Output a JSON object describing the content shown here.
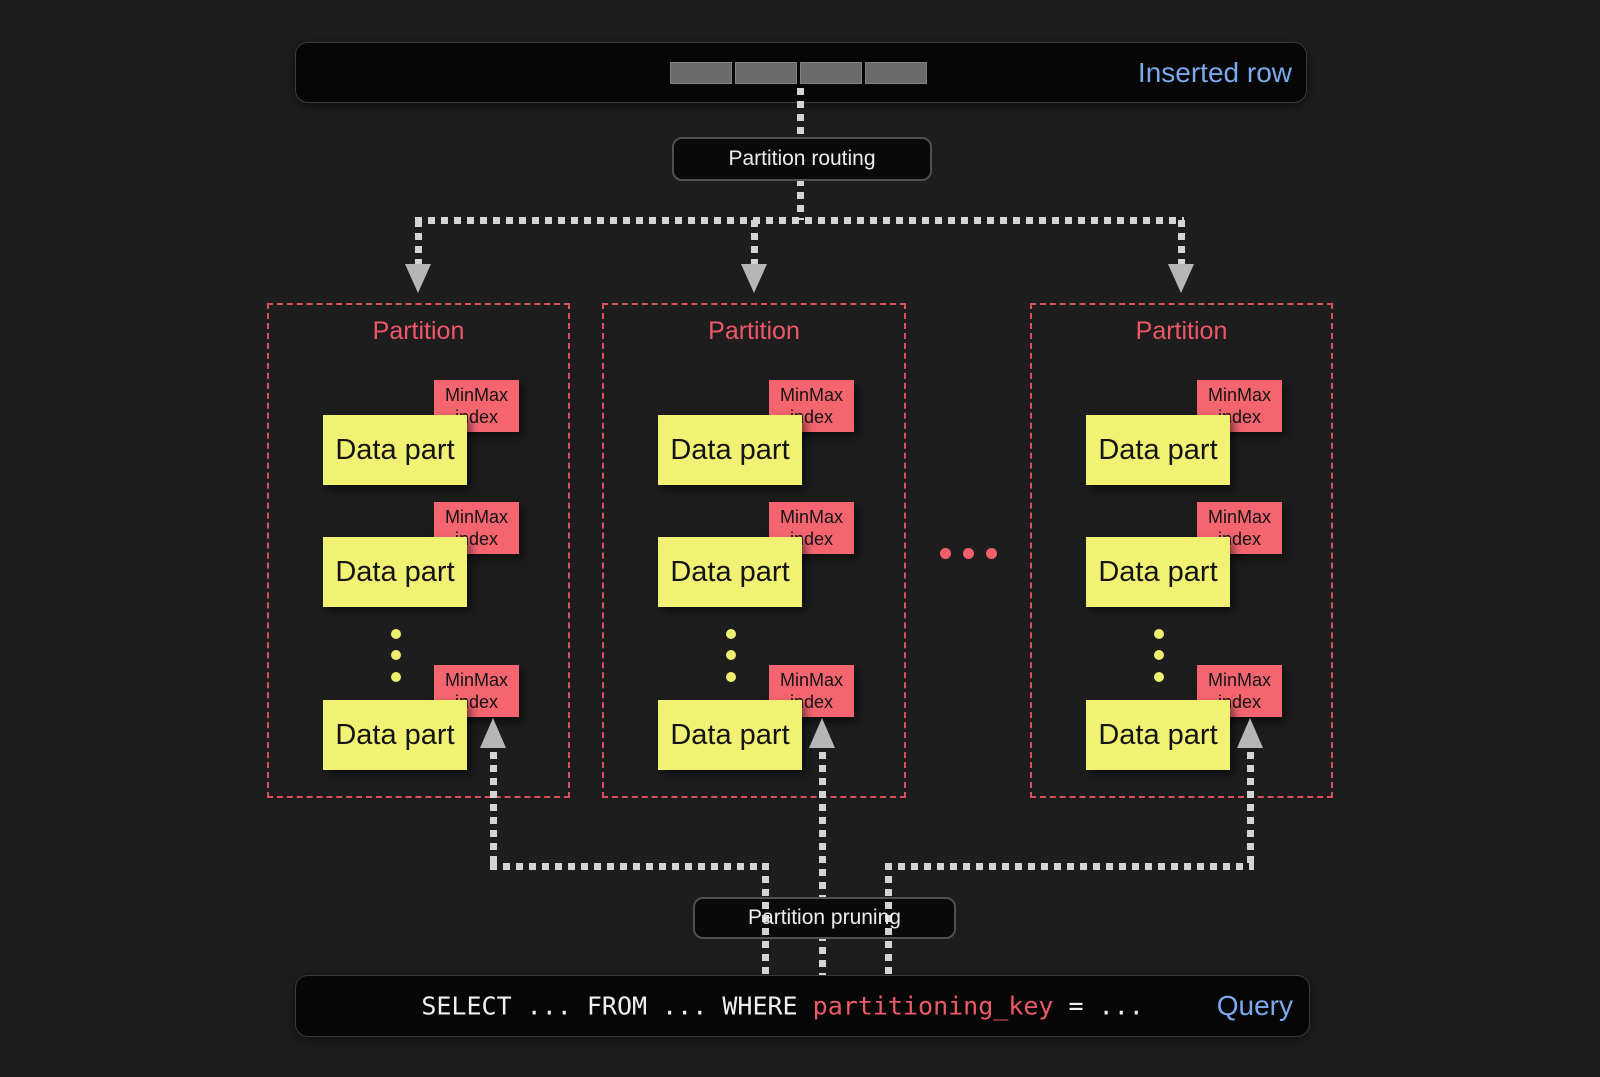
{
  "diagram": {
    "inserted_row_bar": {
      "label": "Inserted row",
      "segment_count": 4
    },
    "partition_routing_label": "Partition routing",
    "partition_pruning_label": "Partition pruning",
    "partitions": [
      {
        "title": "Partition",
        "parts": [
          {
            "label": "Data part",
            "index_line1": "MinMax",
            "index_line2": "index"
          },
          {
            "label": "Data part",
            "index_line1": "MinMax",
            "index_line2": "index"
          },
          {
            "label": "Data part",
            "index_line1": "MinMax",
            "index_line2": "index"
          }
        ],
        "more_parts_dot_count": 3
      },
      {
        "title": "Partition",
        "parts": [
          {
            "label": "Data part",
            "index_line1": "MinMax",
            "index_line2": "index"
          },
          {
            "label": "Data part",
            "index_line1": "MinMax",
            "index_line2": "index"
          },
          {
            "label": "Data part",
            "index_line1": "MinMax",
            "index_line2": "index"
          }
        ],
        "more_parts_dot_count": 3
      },
      {
        "title": "Partition",
        "parts": [
          {
            "label": "Data part",
            "index_line1": "MinMax",
            "index_line2": "index"
          },
          {
            "label": "Data part",
            "index_line1": "MinMax",
            "index_line2": "index"
          },
          {
            "label": "Data part",
            "index_line1": "MinMax",
            "index_line2": "index"
          }
        ],
        "more_parts_dot_count": 3
      }
    ],
    "more_partitions_dot_count": 3,
    "query_bar": {
      "sql_prefix": "SELECT ... FROM ... WHERE ",
      "sql_key": "partitioning_key",
      "sql_suffix": " = ...",
      "label": "Query"
    }
  },
  "colors": {
    "background": "#1d1d1d",
    "accent_blue": "#7aa9ec",
    "accent_red": "#f25669",
    "partition_border": "#dc4f5e",
    "minmax_fill": "#f4656f",
    "datapart_fill": "#f1f173",
    "line_gray": "#d4d4d4",
    "segment_gray": "#6b6b6b"
  }
}
